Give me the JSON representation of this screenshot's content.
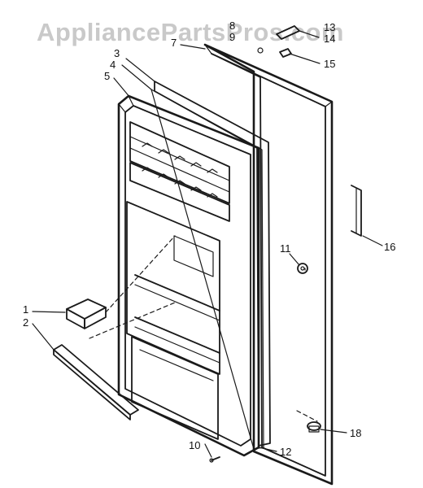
{
  "watermark": "AppliancePartsPros.com",
  "labels": {
    "p1": "1",
    "p2": "2",
    "p3": "3",
    "p4": "4",
    "p5": "5",
    "p7": "7",
    "p8": "8",
    "p9": "9",
    "p10": "10",
    "p11": "11",
    "p12": "12",
    "p13": "13",
    "p14": "14",
    "p15": "15",
    "p16": "16",
    "p18": "18"
  },
  "colors": {
    "line": "#1a1a1a",
    "watermark": "#c9c9c9",
    "background": "#ffffff"
  }
}
